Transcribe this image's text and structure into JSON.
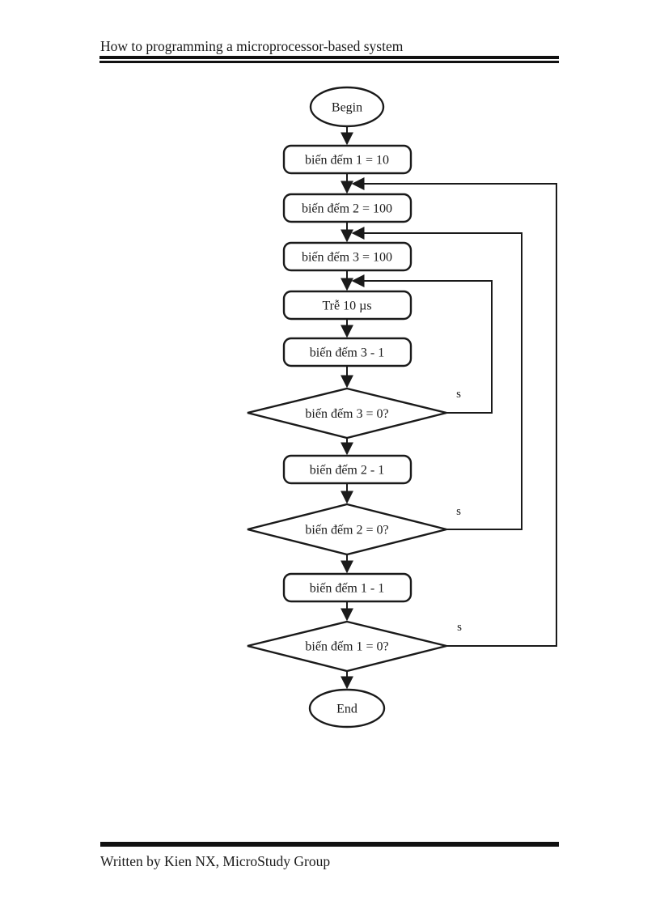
{
  "header": {
    "title": "How to programming a microprocessor-based system"
  },
  "footer": {
    "credit": "Written by Kien NX, MicroStudy Group"
  },
  "colors": {
    "ink": "#1a1a1a",
    "paper": "#ffffff"
  },
  "flowchart": {
    "begin": "Begin",
    "end": "End",
    "branch_label": "s",
    "steps": {
      "init1": "biến đếm 1 = 10",
      "init2": "biến đếm 2 = 100",
      "init3": "biến đếm 3 = 100",
      "delay": "Trễ 10 µs",
      "dec3": "biến đếm 3 - 1",
      "check3": "biến đếm 3 = 0?",
      "dec2": "biến đếm 2 - 1",
      "check2": "biến đếm 2 = 0?",
      "dec1": "biến đếm 1 - 1",
      "check1": "biến đếm 1 = 0?"
    }
  }
}
